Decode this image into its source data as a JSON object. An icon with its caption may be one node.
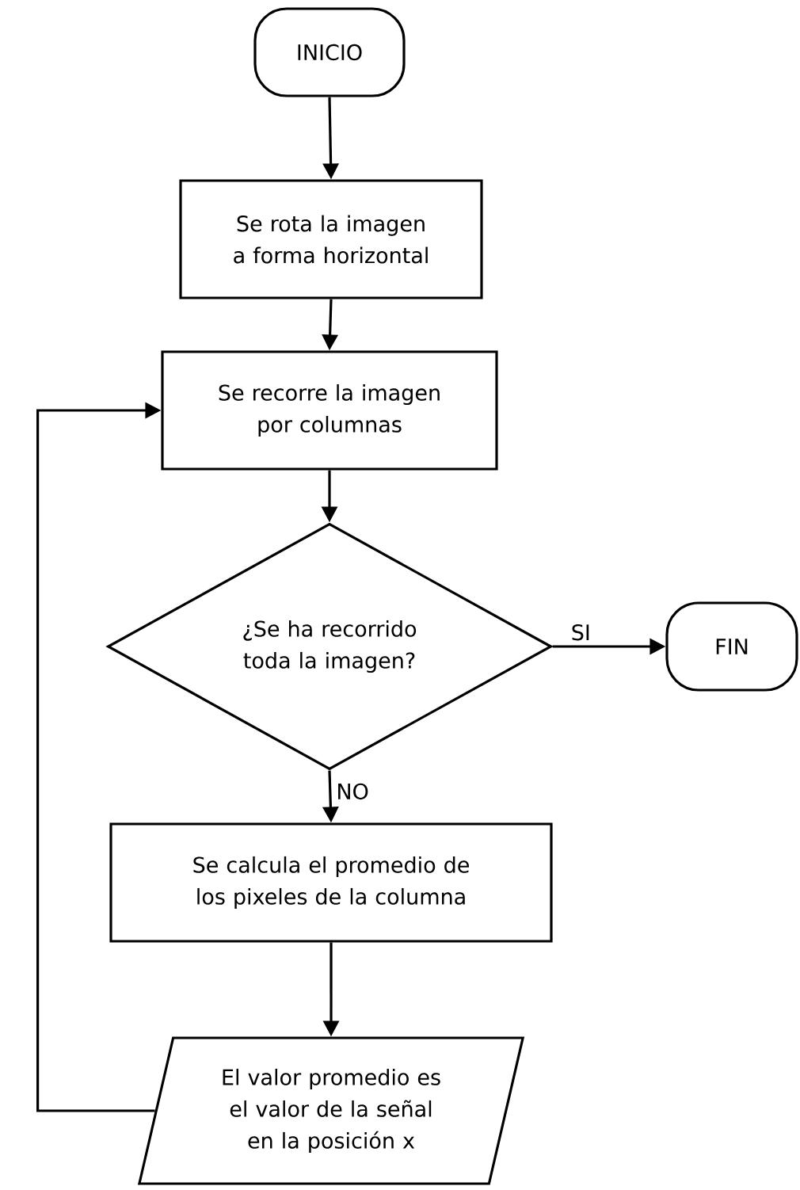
{
  "diagram": {
    "nodes": [
      {
        "text": [
          "INICIO"
        ]
      },
      {
        "text": [
          "Se rota la imagen a forma horizontal"
        ]
      },
      {
        "text": [
          "Se recorre la imagen por columnas"
        ]
      },
      {
        "text": [
          "¿Se ha recorrido toda la imagen?"
        ]
      },
      {
        "text": [
          "FIN"
        ]
      },
      {
        "text": [
          "Se calcula el promedio de los pixeles de la columna"
        ]
      },
      {
        "text": [
          "El valor promedio es el valor de la señal en la posición x"
        ]
      }
    ],
    "edges": [
      {
        "from": 0,
        "to": 1,
        "arrow": "to"
      },
      {
        "from": 1,
        "to": 2,
        "arrow": "to"
      },
      {
        "from": 2,
        "to": 3,
        "arrow": "to"
      },
      {
        "from": 3,
        "to": 4,
        "arrow": "to",
        "label": "SI"
      },
      {
        "from": 3,
        "to": 5,
        "arrow": "to",
        "label": "NO"
      },
      {
        "from": 5,
        "to": 6,
        "arrow": "to"
      },
      {
        "from": 6,
        "to": 2,
        "arrow": "to"
      }
    ]
  }
}
